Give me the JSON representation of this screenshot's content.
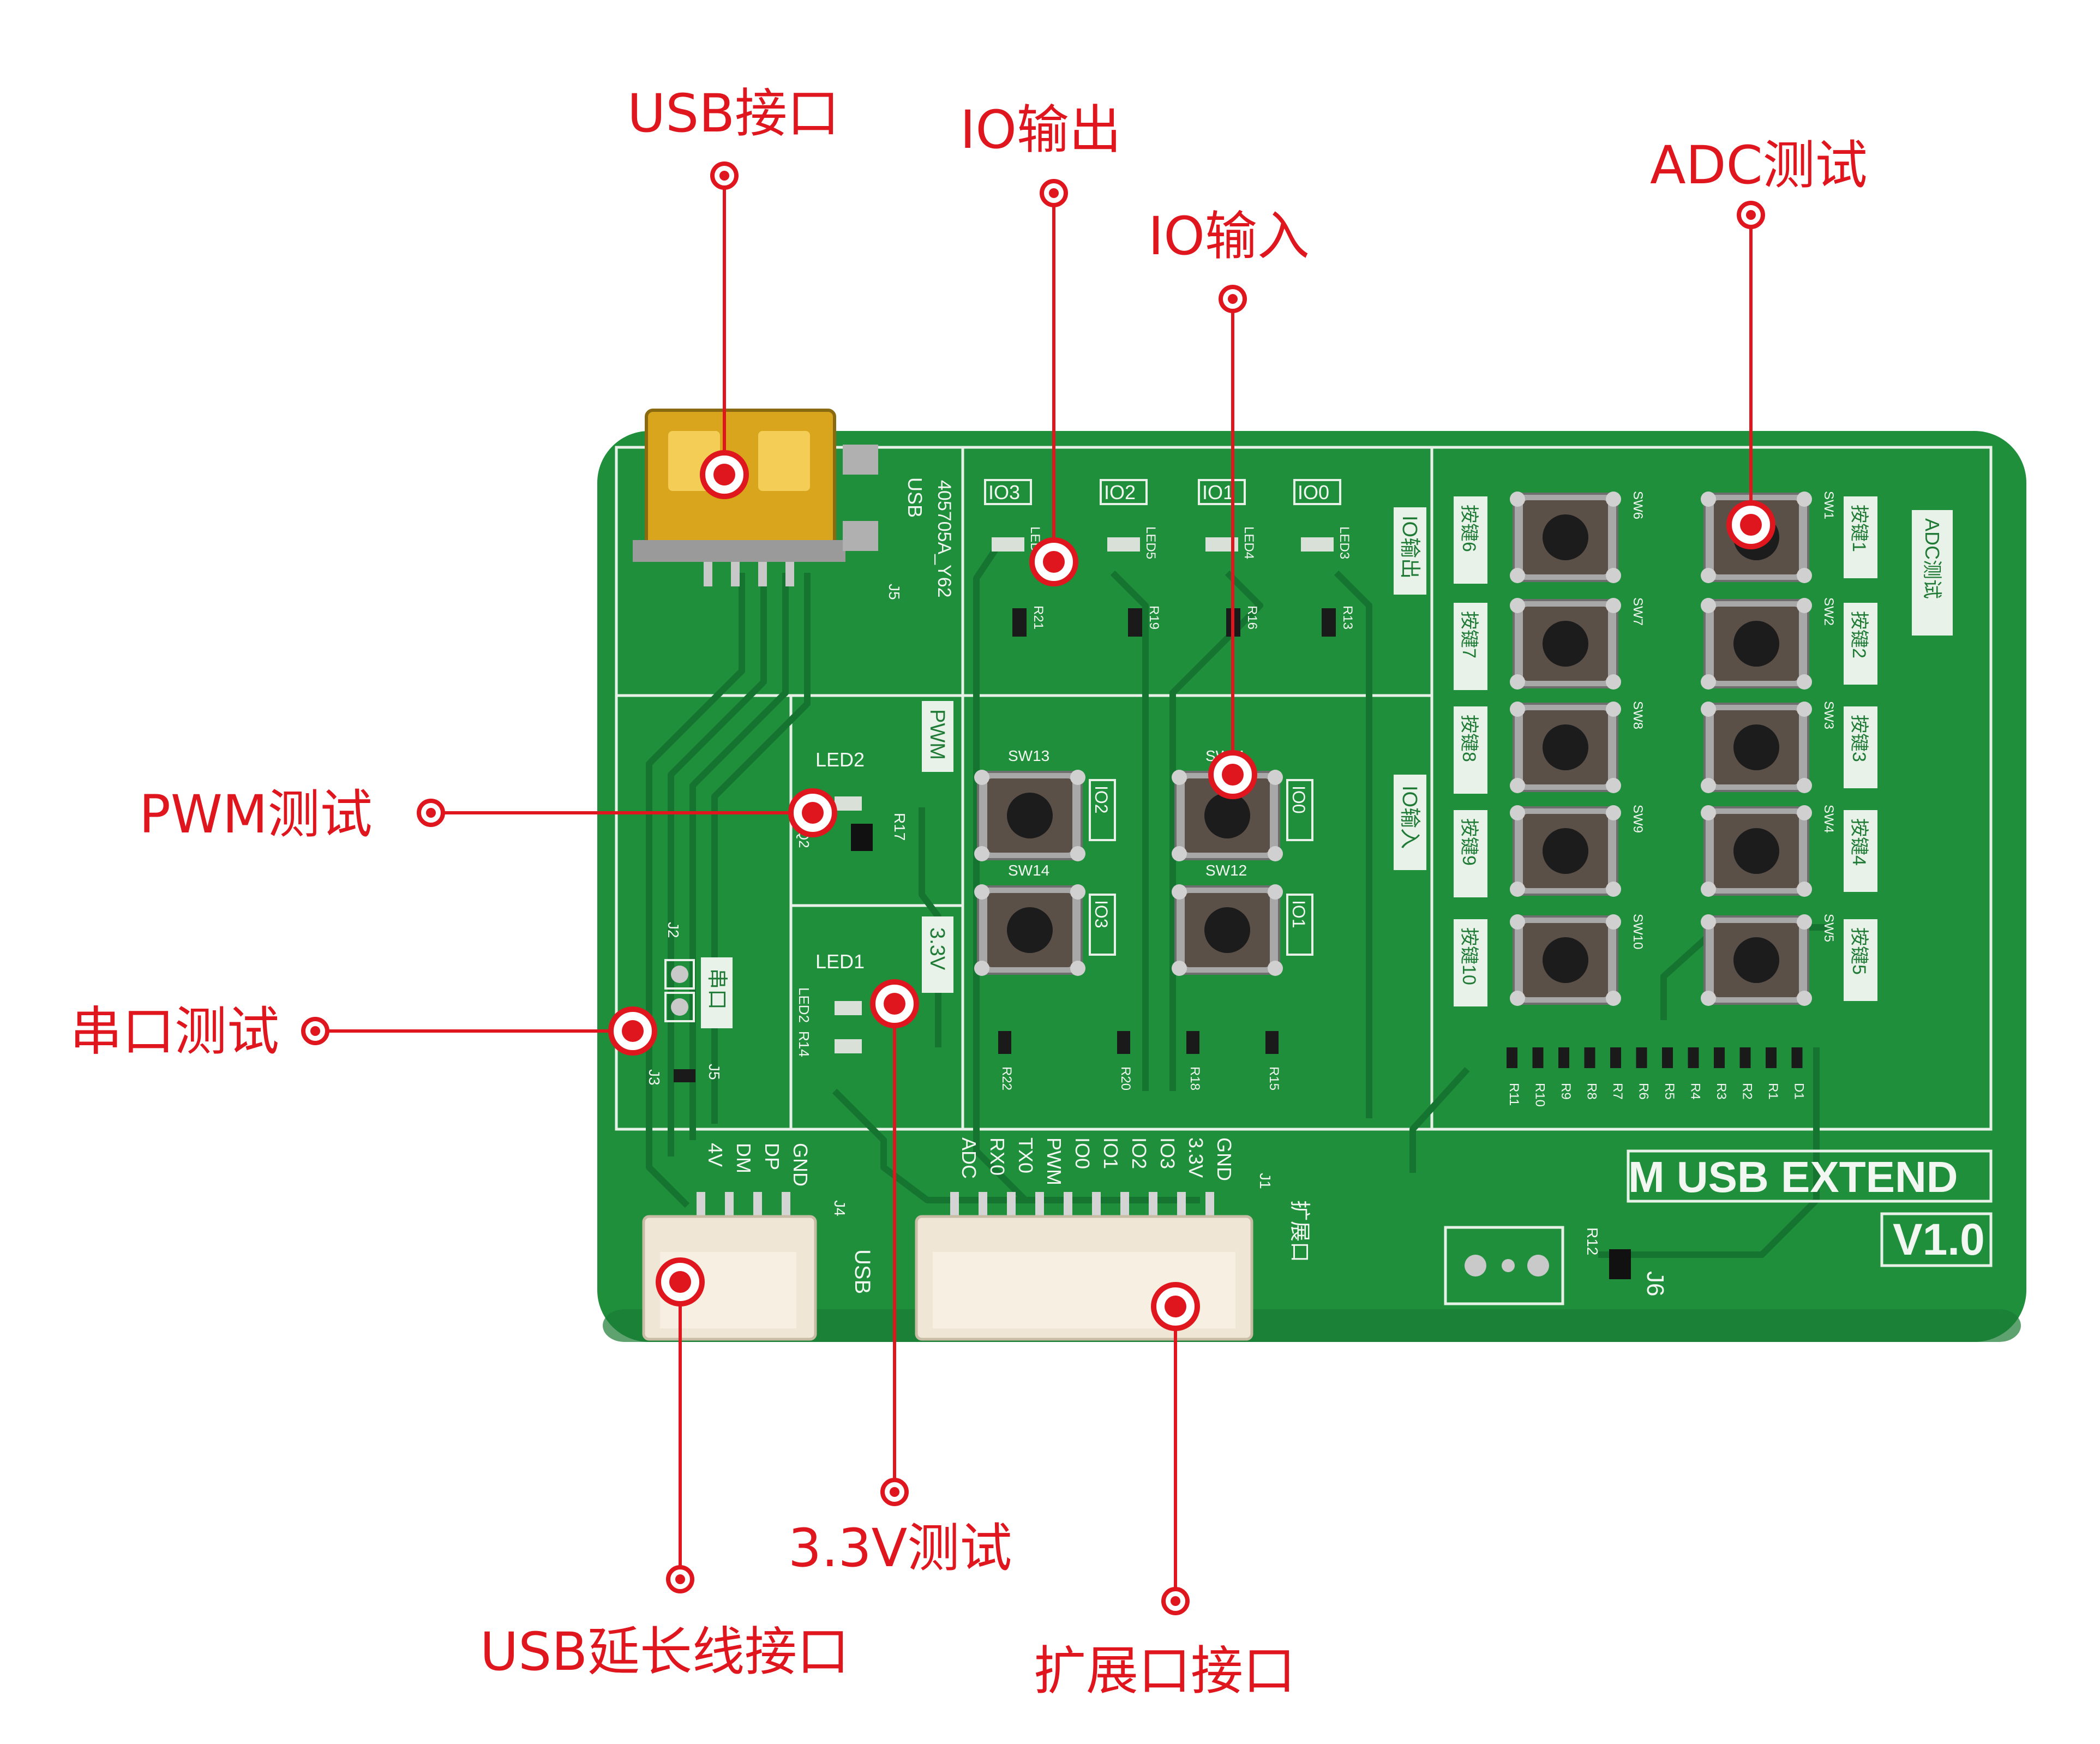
{
  "colors": {
    "pcb_green": "#1f8f3c",
    "pcb_dark": "#167a30",
    "trace": "#157530",
    "silkscreen": "#f2f7f1",
    "callout_red": "#e0161e",
    "usb_gold": "#d8a51c",
    "connector_cream": "#efe6d6",
    "button_body": "#5b5048"
  },
  "callouts": {
    "usb_port": "USB接口",
    "io_output": "IO输出",
    "io_input": "IO输入",
    "adc_test": "ADC测试",
    "pwm_test": "PWM测试",
    "serial_test": "串口测试",
    "v33_test": "3.3V测试",
    "usb_ext_cable": "USB延长线接口",
    "expansion_port": "扩展口接口"
  },
  "board": {
    "title": "M USB EXTEND",
    "version": "V1.0",
    "usb_section_label": "USB",
    "usb_part_number": "405705A_Y62",
    "j5_label": "J5",
    "io_output_section": {
      "label": "IO输出",
      "io_labels": [
        "IO3",
        "IO2",
        "IO1",
        "IO0"
      ],
      "led_labels": [
        "LED6",
        "LED5",
        "LED4",
        "LED3"
      ],
      "resistor_labels": [
        "R21",
        "R19",
        "R16",
        "R13"
      ]
    },
    "io_input_section": {
      "label": "IO输入",
      "switches": [
        {
          "ref": "SW13",
          "io": "IO2"
        },
        {
          "ref": "SW11",
          "io": "IO0"
        },
        {
          "ref": "SW14",
          "io": "IO3"
        },
        {
          "ref": "SW12",
          "io": "IO1"
        }
      ],
      "resistor_labels": [
        "R22",
        "R20",
        "R18",
        "R15"
      ]
    },
    "pwm_section": {
      "label": "PWM",
      "led": "LED2",
      "resistor": "R17",
      "transistor": "Q2"
    },
    "v33_section": {
      "label": "3.3V",
      "led": "LED1",
      "led_ref": "LED2",
      "resistor": "R14"
    },
    "serial_section": {
      "label": "串口",
      "j2": "J2",
      "j3": "J3",
      "j5": "J5"
    },
    "adc_section": {
      "label": "ADC测试",
      "left_buttons": [
        {
          "ref": "SW6",
          "label": "按键6"
        },
        {
          "ref": "SW7",
          "label": "按键7"
        },
        {
          "ref": "SW8",
          "label": "按键8"
        },
        {
          "ref": "SW9",
          "label": "按键9"
        },
        {
          "ref": "SW10",
          "label": "按键10"
        }
      ],
      "right_buttons": [
        {
          "ref": "SW1",
          "label": "按键1"
        },
        {
          "ref": "SW2",
          "label": "按键2"
        },
        {
          "ref": "SW3",
          "label": "按键3"
        },
        {
          "ref": "SW4",
          "label": "按键4"
        },
        {
          "ref": "SW5",
          "label": "按键5"
        }
      ],
      "resistor_row": [
        "R11",
        "R10",
        "R9",
        "R8",
        "R7",
        "R6",
        "R5",
        "R4",
        "R3",
        "R2",
        "R1",
        "D1"
      ]
    },
    "j4_connector": {
      "ref": "J4",
      "pins": [
        "4V",
        "DM",
        "DP",
        "GND"
      ],
      "usb_label": "USB"
    },
    "j1_connector": {
      "ref": "J1",
      "pins": [
        "ADC",
        "RX0",
        "TX0",
        "PWM",
        "IO0",
        "IO1",
        "IO2",
        "IO3",
        "3.3V",
        "GND"
      ],
      "label": "扩展口"
    },
    "j6": {
      "ref": "J6",
      "resistor": "R12"
    }
  }
}
